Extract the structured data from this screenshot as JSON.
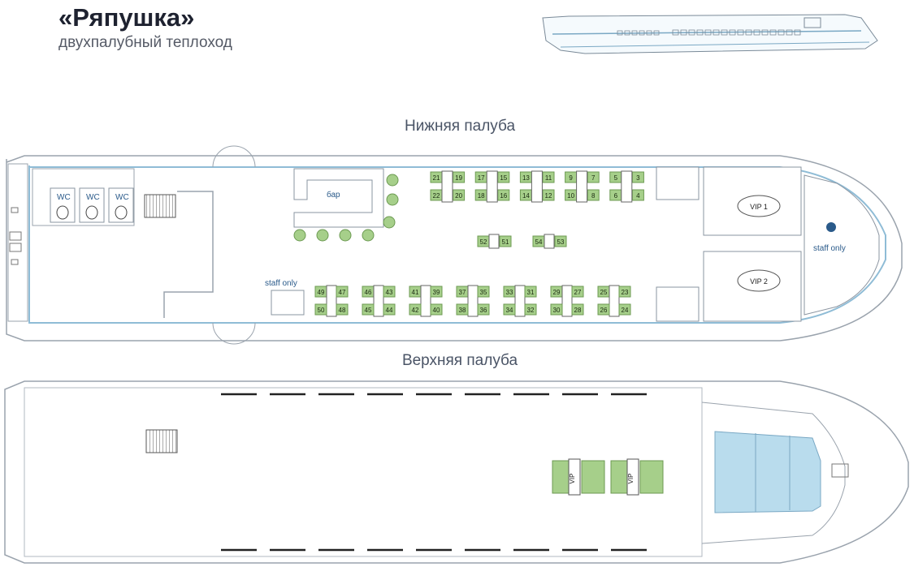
{
  "header": {
    "title": "«Ряпушка»",
    "subtitle": "двухпалубный теплоход"
  },
  "lower_deck": {
    "label": "Нижняя палуба",
    "wc_label": "WC",
    "bar_label": "бар",
    "staff_only_left": "staff only",
    "staff_only_right": "staff only",
    "vip1": "VIP 1",
    "vip2": "VIP 2",
    "top_row_a": [
      "21",
      "19",
      "17",
      "15",
      "13",
      "11",
      "9",
      "7",
      "5",
      "3"
    ],
    "top_row_b": [
      "22",
      "20",
      "18",
      "16",
      "14",
      "12",
      "10",
      "8",
      "6",
      "4"
    ],
    "middle_pairs": [
      [
        "52",
        "51"
      ],
      [
        "54",
        "53"
      ]
    ],
    "bottom_row_a": [
      [
        "49",
        "47"
      ],
      [
        "46",
        "43"
      ],
      [
        "41",
        "39"
      ],
      [
        "37",
        "35"
      ],
      [
        "33",
        "31"
      ],
      [
        "29",
        "27"
      ],
      [
        "25",
        "23"
      ]
    ],
    "bottom_row_b": [
      [
        "50",
        "48"
      ],
      [
        "45",
        "44"
      ],
      [
        "42",
        "40"
      ],
      [
        "38",
        "36"
      ],
      [
        "34",
        "32"
      ],
      [
        "30",
        "28"
      ],
      [
        "26",
        "24"
      ]
    ]
  },
  "upper_deck": {
    "label": "Верхняя палуба",
    "vip_tables": [
      "VIP",
      "VIP"
    ]
  },
  "colors": {
    "hull_stroke": "#9aa3ad",
    "deck_fill": "#e8f2f8",
    "seat_green": "#a6cf8a",
    "seat_stroke": "#6c9a52",
    "light_blue": "#b9dced"
  }
}
